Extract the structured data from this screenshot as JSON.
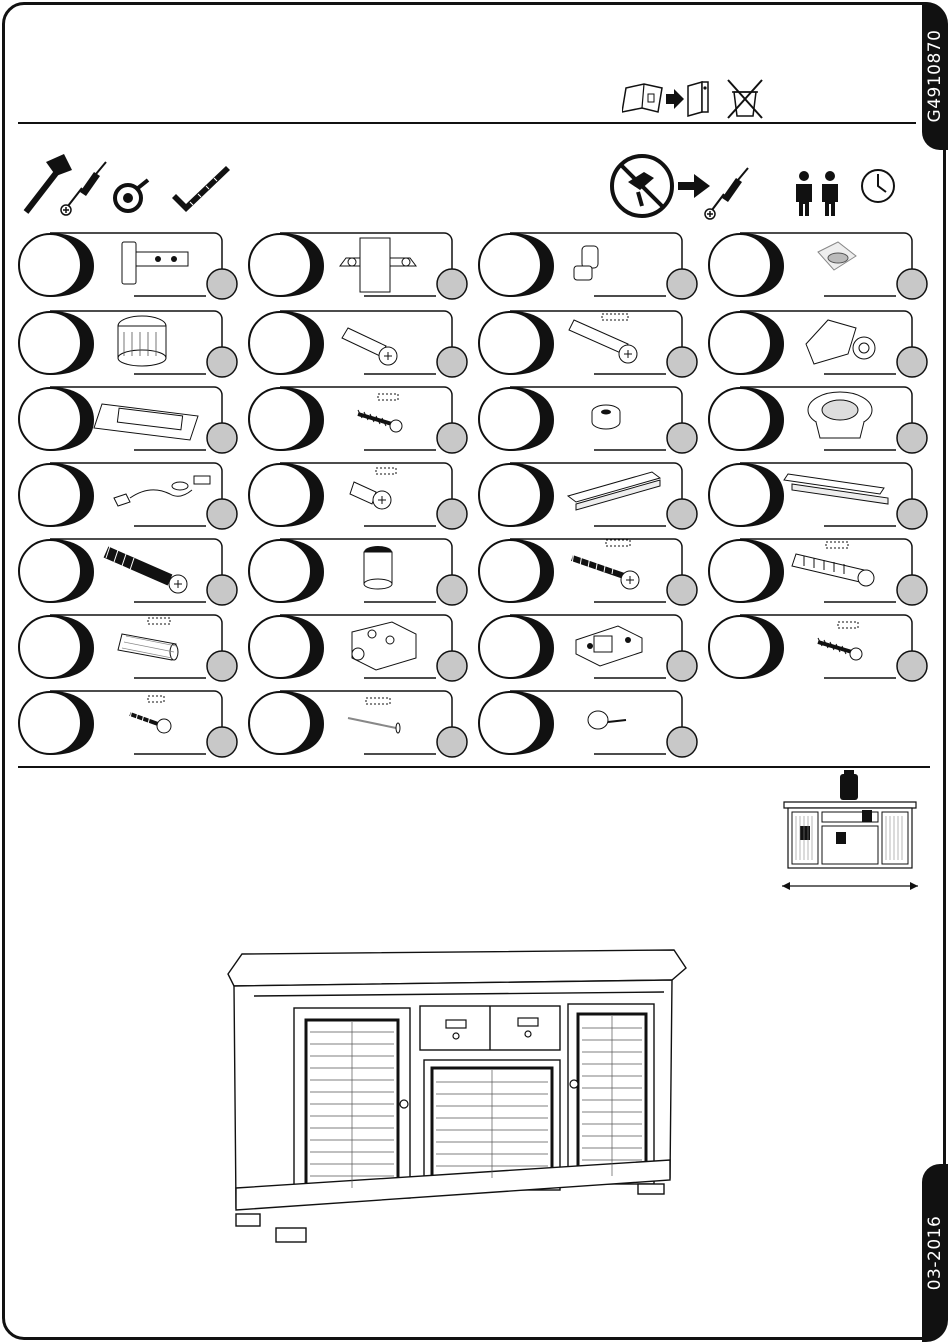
{
  "document_code": "G4910870",
  "date_code": "03-2016",
  "header_icons": [
    "booklet-to-binder-icon",
    "do-not-discard-icon"
  ],
  "tools": [
    "hammer-icon",
    "phillips-screwdriver-icon",
    "tape-measure-icon",
    "square-ruler-icon"
  ],
  "right_icons": [
    "no-power-drill-icon",
    "arrow-icon",
    "phillips-screwdriver-icon",
    "two-persons-icon",
    "clock-icon"
  ],
  "parts": [
    {
      "row": 0,
      "col": 0,
      "icon": "concealed-hinge-icon"
    },
    {
      "row": 0,
      "col": 1,
      "icon": "hinge-mounting-plate-icon"
    },
    {
      "row": 0,
      "col": 2,
      "icon": "shelf-support-pin-icon"
    },
    {
      "row": 0,
      "col": 3,
      "icon": "adhesive-felt-pad-icon"
    },
    {
      "row": 1,
      "col": 0,
      "icon": "cam-lock-icon"
    },
    {
      "row": 1,
      "col": 1,
      "icon": "cam-dowel-icon"
    },
    {
      "row": 1,
      "col": 2,
      "icon": "long-cam-bolt-icon"
    },
    {
      "row": 1,
      "col": 3,
      "icon": "corner-connector-icon"
    },
    {
      "row": 2,
      "col": 0,
      "icon": "label-holder-handle-icon"
    },
    {
      "row": 2,
      "col": 1,
      "icon": "wood-screw-icon"
    },
    {
      "row": 2,
      "col": 2,
      "icon": "spacer-washer-icon"
    },
    {
      "row": 2,
      "col": 3,
      "icon": "round-cup-fitting-icon"
    },
    {
      "row": 3,
      "col": 0,
      "icon": "cable-with-plug-icon"
    },
    {
      "row": 3,
      "col": 1,
      "icon": "short-cam-dowel-icon"
    },
    {
      "row": 3,
      "col": 2,
      "icon": "drawer-runner-short-icon"
    },
    {
      "row": 3,
      "col": 3,
      "icon": "drawer-runner-long-icon"
    },
    {
      "row": 4,
      "col": 0,
      "icon": "connector-bolt-icon"
    },
    {
      "row": 4,
      "col": 1,
      "icon": "small-cam-lock-icon"
    },
    {
      "row": 4,
      "col": 2,
      "icon": "long-screw-icon"
    },
    {
      "row": 4,
      "col": 3,
      "icon": "wall-plug-icon"
    },
    {
      "row": 5,
      "col": 0,
      "icon": "wooden-dowel-icon"
    },
    {
      "row": 5,
      "col": 1,
      "icon": "plastic-connector-block-icon"
    },
    {
      "row": 5,
      "col": 2,
      "icon": "shelf-bracket-icon"
    },
    {
      "row": 5,
      "col": 3,
      "icon": "wood-screw-icon"
    },
    {
      "row": 6,
      "col": 0,
      "icon": "short-screw-icon"
    },
    {
      "row": 6,
      "col": 1,
      "icon": "nail-icon"
    },
    {
      "row": 6,
      "col": 2,
      "icon": "upholstery-tack-icon"
    }
  ],
  "load_diagram_icon": "weight-load-diagram-icon",
  "product_illustration": "sideboard-illustration"
}
